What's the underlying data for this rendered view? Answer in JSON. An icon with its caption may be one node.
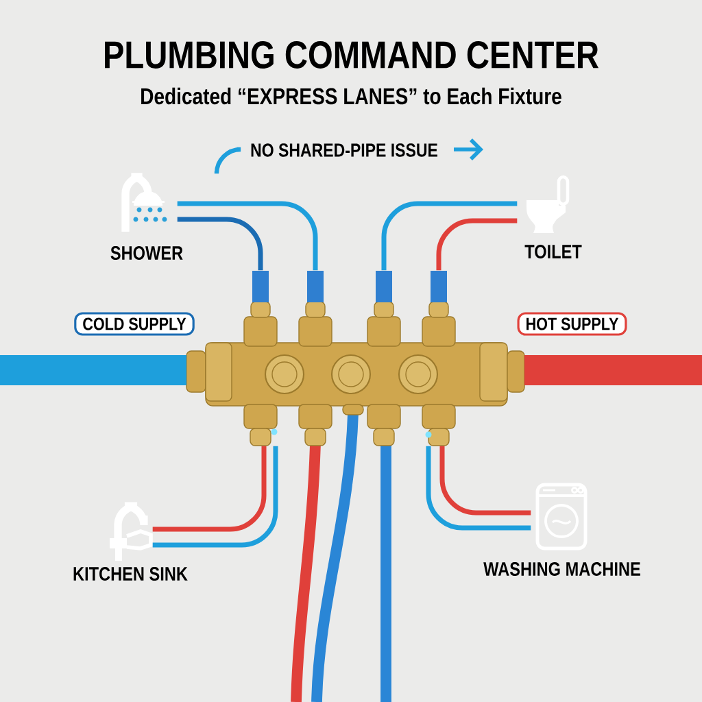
{
  "diagram": {
    "title": "PLUMBING COMMAND CENTER",
    "nodes": [
      {
        "text": [],
        "shape": "picture",
        "beside": [
          "SHOWER"
        ]
      },
      {
        "text": [],
        "shape": "picture",
        "beside": [
          "TOILET"
        ]
      },
      {
        "text": [
          "COLD SUPPLY"
        ]
      },
      {
        "text": [
          "HOT SUPPLY"
        ]
      },
      {
        "text": [],
        "shape": "picture"
      },
      {
        "text": [],
        "shape": "picture",
        "beside": [
          "KITCHEN SINK"
        ]
      },
      {
        "text": [],
        "shape": "picture",
        "beside": [
          "WASHING MACHINE"
        ]
      },
      {
        "text": [],
        "shape": "bar"
      },
      {
        "text": [],
        "shape": "bar"
      }
    ],
    "edges": [
      {
        "from": 4,
        "to": 0,
        "arrow": "none",
        "color": "#1b6cb3"
      },
      {
        "from": 4,
        "to": 0,
        "arrow": "none"
      },
      {
        "from": 4,
        "to": 1,
        "arrow": "none"
      },
      {
        "from": 4,
        "to": 1,
        "arrow": "none",
        "color": "#e0403a"
      },
      {
        "from": 4,
        "to": 5,
        "arrow": "none",
        "color": "#e0403a"
      },
      {
        "from": 4,
        "to": 5,
        "arrow": "none"
      },
      {
        "from": 4,
        "to": 6,
        "arrow": "none"
      },
      {
        "from": 4,
        "to": 6,
        "arrow": "none",
        "color": "#e0403a"
      }
    ],
    "labels": [
      "Dedicated “EXPRESS LANES” to Each Fixture",
      "NO SHARED-PIPE ISSUE"
    ]
  }
}
